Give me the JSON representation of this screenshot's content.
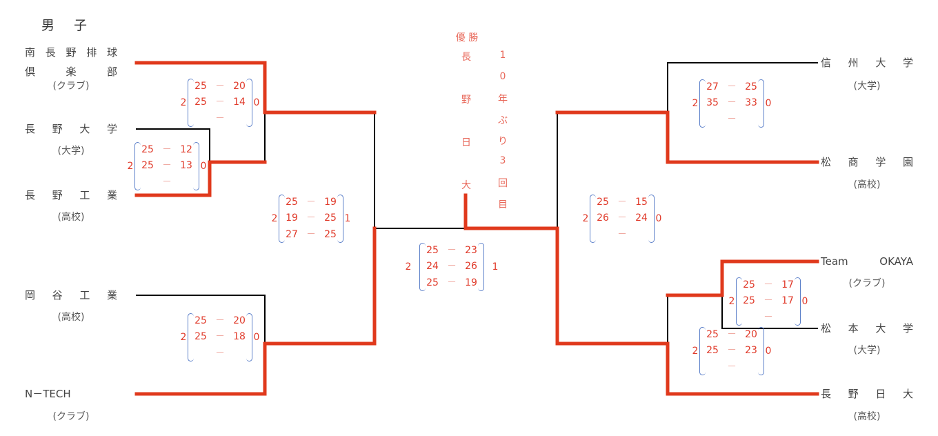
{
  "title": "男子",
  "left_teams": [
    {
      "name": "南長野排球",
      "name2": "倶楽部",
      "type": "(クラブ)"
    },
    {
      "name": "長野大学",
      "type": "(大学)"
    },
    {
      "name": "長野工業",
      "type": "(高校)"
    },
    {
      "name": "岡谷工業",
      "type": "(高校)"
    },
    {
      "name": "N－TECH",
      "type": "(クラブ)"
    }
  ],
  "right_teams": [
    {
      "name": "信州大学",
      "type": "(大学)"
    },
    {
      "name": "松商学園",
      "type": "(高校)"
    },
    {
      "name": "Team OKAYA",
      "type": "(クラブ)"
    },
    {
      "name": "松本大学",
      "type": "(大学)"
    },
    {
      "name": "長野日大",
      "type": "(高校)"
    }
  ],
  "champion": {
    "label": "優 勝",
    "team_chars": [
      "長",
      "野",
      "日",
      "大"
    ],
    "note_chars": [
      "1",
      "0",
      "年",
      "ぶ",
      "り",
      "3",
      "回",
      "目"
    ]
  },
  "matches": [
    {
      "id": "l1",
      "win": "2",
      "lose": "0",
      "sets": [
        [
          "25",
          "20"
        ],
        [
          "25",
          "14"
        ],
        [
          "",
          ""
        ]
      ]
    },
    {
      "id": "l0",
      "win": "2",
      "lose": "0",
      "sets": [
        [
          "25",
          "12"
        ],
        [
          "25",
          "13"
        ],
        [
          "",
          ""
        ]
      ]
    },
    {
      "id": "l2",
      "win": "2",
      "lose": "0",
      "sets": [
        [
          "25",
          "20"
        ],
        [
          "25",
          "18"
        ],
        [
          "",
          ""
        ]
      ]
    },
    {
      "id": "lsemi",
      "win": "2",
      "lose": "1",
      "sets": [
        [
          "25",
          "19"
        ],
        [
          "19",
          "25"
        ],
        [
          "27",
          "25"
        ]
      ]
    },
    {
      "id": "final",
      "win": "2",
      "lose": "1",
      "sets": [
        [
          "25",
          "23"
        ],
        [
          "24",
          "26"
        ],
        [
          "25",
          "19"
        ]
      ]
    },
    {
      "id": "rsemi",
      "win": "2",
      "lose": "0",
      "sets": [
        [
          "25",
          "15"
        ],
        [
          "26",
          "24"
        ],
        [
          "",
          ""
        ]
      ]
    },
    {
      "id": "r1",
      "win": "2",
      "lose": "0",
      "sets": [
        [
          "27",
          "25"
        ],
        [
          "35",
          "33"
        ],
        [
          "",
          ""
        ]
      ]
    },
    {
      "id": "r0",
      "win": "2",
      "lose": "0",
      "sets": [
        [
          "25",
          "17"
        ],
        [
          "25",
          "17"
        ],
        [
          "",
          ""
        ]
      ]
    },
    {
      "id": "r2",
      "win": "2",
      "lose": "0",
      "sets": [
        [
          "25",
          "20"
        ],
        [
          "25",
          "23"
        ],
        [
          "",
          ""
        ]
      ]
    }
  ],
  "dash": "－",
  "colors": {
    "winner_line": "#e0391c",
    "line": "#000000",
    "score": "#e03a2a",
    "brace": "#5b7fc9"
  }
}
